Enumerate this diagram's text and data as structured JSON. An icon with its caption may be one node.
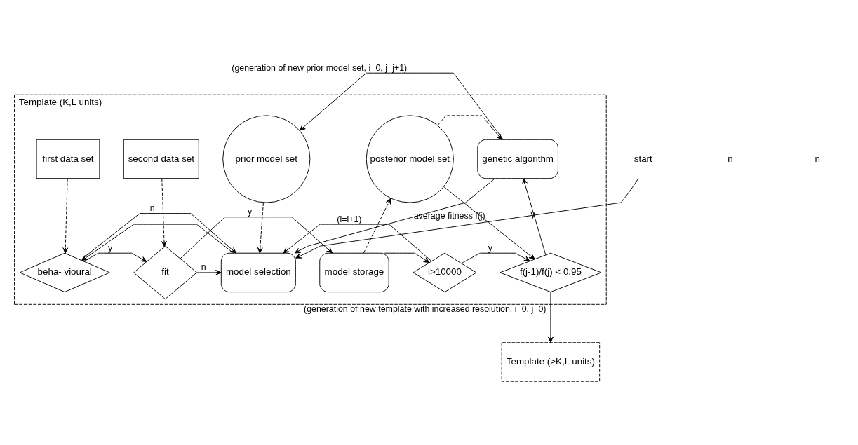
{
  "diagram": {
    "nodes": [
      {
        "text": [
          "Template (K,L units)"
        ]
      },
      {
        "text": [
          "prior model set"
        ],
        "in": 0
      },
      {
        "text": [
          "first data set"
        ],
        "in": 0
      },
      {
        "text": [
          "second data set"
        ],
        "in": 0
      },
      {
        "text": [
          "posterior model set"
        ],
        "in": 0
      },
      {
        "text": [
          "genetic algorithm"
        ],
        "in": 0
      },
      {
        "text": [
          "start"
        ]
      },
      {
        "text": [
          "model selection"
        ],
        "in": 0
      },
      {
        "text": [
          "beha- vioural"
        ],
        "in": 0
      },
      {
        "text": [
          "fit"
        ],
        "in": 0
      },
      {
        "text": [
          "model storage"
        ],
        "in": 0
      },
      {
        "text": [
          "i>10000"
        ],
        "in": 0
      },
      {
        "text": [
          "f(j-1)/f(j) < 0.95"
        ],
        "in": 0
      },
      {
        "text": [
          "Template (>K,L units)"
        ]
      }
    ],
    "edges": [
      {
        "from": 6,
        "to": 7,
        "arrow": "to"
      },
      {
        "from": 1,
        "to": 7,
        "arrow": "to",
        "style": "dashed"
      },
      {
        "from": 2,
        "to": 8,
        "arrow": "to",
        "style": "dashed"
      },
      {
        "from": 3,
        "to": 9,
        "arrow": "to",
        "style": "dashed"
      },
      {
        "from": 10,
        "to": 4,
        "arrow": "to",
        "style": "dashed"
      },
      {
        "from": 4,
        "to": 5,
        "arrow": "to",
        "style": "dashed"
      },
      {
        "from": 4,
        "to": 12,
        "arrow": "to",
        "label": "average fitness f(j)"
      },
      {
        "from": 7,
        "to": 8,
        "arrow": "to"
      },
      {
        "from": 8,
        "to": 9,
        "arrow": "to",
        "label": "y"
      },
      {
        "from": 9,
        "to": 10,
        "arrow": "to",
        "label": "y"
      },
      {
        "from": 10,
        "to": 11,
        "arrow": "to"
      },
      {
        "from": 11,
        "to": 12,
        "arrow": "to",
        "label": "y"
      },
      {
        "from": 12,
        "to": 5,
        "arrow": "to",
        "label": "y"
      },
      {
        "from": 5,
        "to": 1,
        "arrow": "to",
        "label": "(generation of new prior model set, i=0, j=j+1)"
      },
      {
        "from": 5,
        "to": 7,
        "arrow": "to"
      },
      {
        "from": 8,
        "to": 7,
        "arrow": "to",
        "label": "n"
      },
      {
        "from": 9,
        "to": 7,
        "arrow": "to",
        "label": "n"
      },
      {
        "from": 11,
        "to": 7,
        "arrow": "to",
        "label": "(i=i+1)"
      },
      {
        "from": 12,
        "to": 13,
        "arrow": "to",
        "label": "(generation of new template with increased resolution, i=0, j=0)"
      }
    ],
    "labels": [
      "n",
      "n"
    ]
  }
}
